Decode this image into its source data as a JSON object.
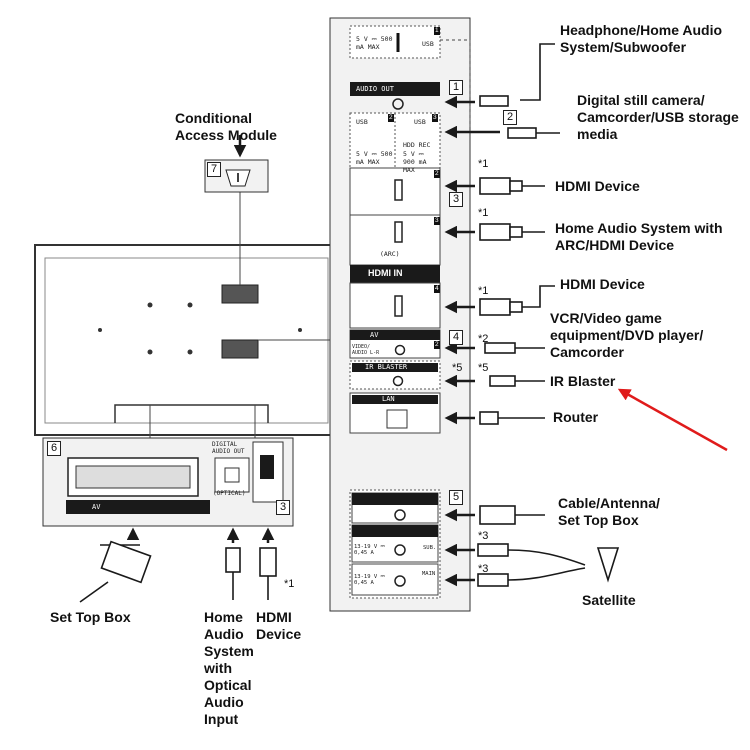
{
  "panel": {
    "usb1_spec": "5 V ⎓ 500 mA MAX",
    "usb_label": "USB",
    "audio_out": "AUDIO OUT",
    "usb2_spec": "5 V ⎓ 500 mA MAX",
    "usb3_label": "USB",
    "hdd_rec": "HDD REC",
    "usb3_spec": "5 V ⎓ 900 mA MAX",
    "arc": "(ARC)",
    "hdmi_in": "HDMI IN",
    "av": "AV",
    "video_audio": "VIDEO/ AUDIO L-R",
    "ir_blaster": "IR BLASTER",
    "lan": "LAN",
    "sat_sub_spec": "13-19 V ⎓ 0,45 A",
    "sat_sub": "SUB.",
    "sat_main_spec": "13-19 V ⎓ 0,45 A",
    "sat_main": "MAIN",
    "digital_audio_out": "DIGITAL AUDIO OUT",
    "optical": "(OPTICAL)",
    "scart_av": "AV",
    "port_numbers": [
      "1",
      "2",
      "3",
      "2",
      "3",
      "4",
      "2"
    ]
  },
  "callouts": [
    "1",
    "2",
    "3",
    "4",
    "5",
    "6",
    "7",
    "3"
  ],
  "footnotes": {
    "n1": "*1",
    "n2": "*2",
    "n3": "*3",
    "n5": "*5"
  },
  "devices": {
    "headphone": "Headphone/Home Audio System/Subwoofer",
    "camera": "Digital still camera/ Camcorder/USB storage media",
    "hdmi1": "HDMI Device",
    "arc_system": "Home Audio System with ARC/HDMI Device",
    "hdmi2": "HDMI Device",
    "vcr": "VCR/Video game equipment/DVD player/ Camcorder",
    "ir_blaster": "IR Blaster",
    "router": "Router",
    "cable": "Cable/Antenna/ Set Top Box",
    "satellite": "Satellite",
    "cam_module": "Conditional Access Module",
    "set_top_box": "Set Top Box",
    "home_audio_optical": "Home Audio System with Optical Audio Input",
    "hdmi_bottom": "HDMI Device"
  },
  "colors": {
    "ink": "#1a1a1a",
    "highlight_arrow": "#e01b1b"
  }
}
